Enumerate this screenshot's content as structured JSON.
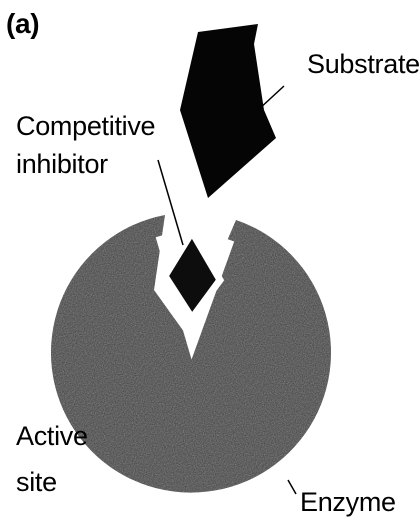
{
  "panel": {
    "label": "(a)"
  },
  "labels": {
    "substrate": "Substrate",
    "inhibitor_line1": "Competitive",
    "inhibitor_line2": "inhibitor",
    "active_site_line1": "Active",
    "active_site_line2": "site",
    "enzyme": "Enzyme"
  },
  "colors": {
    "background": "#ffffff",
    "enzyme_fill": "#3a3a3a",
    "inhibitor_fill": "#0d0d0d",
    "substrate_fill": "#050505",
    "text": "#000000"
  }
}
